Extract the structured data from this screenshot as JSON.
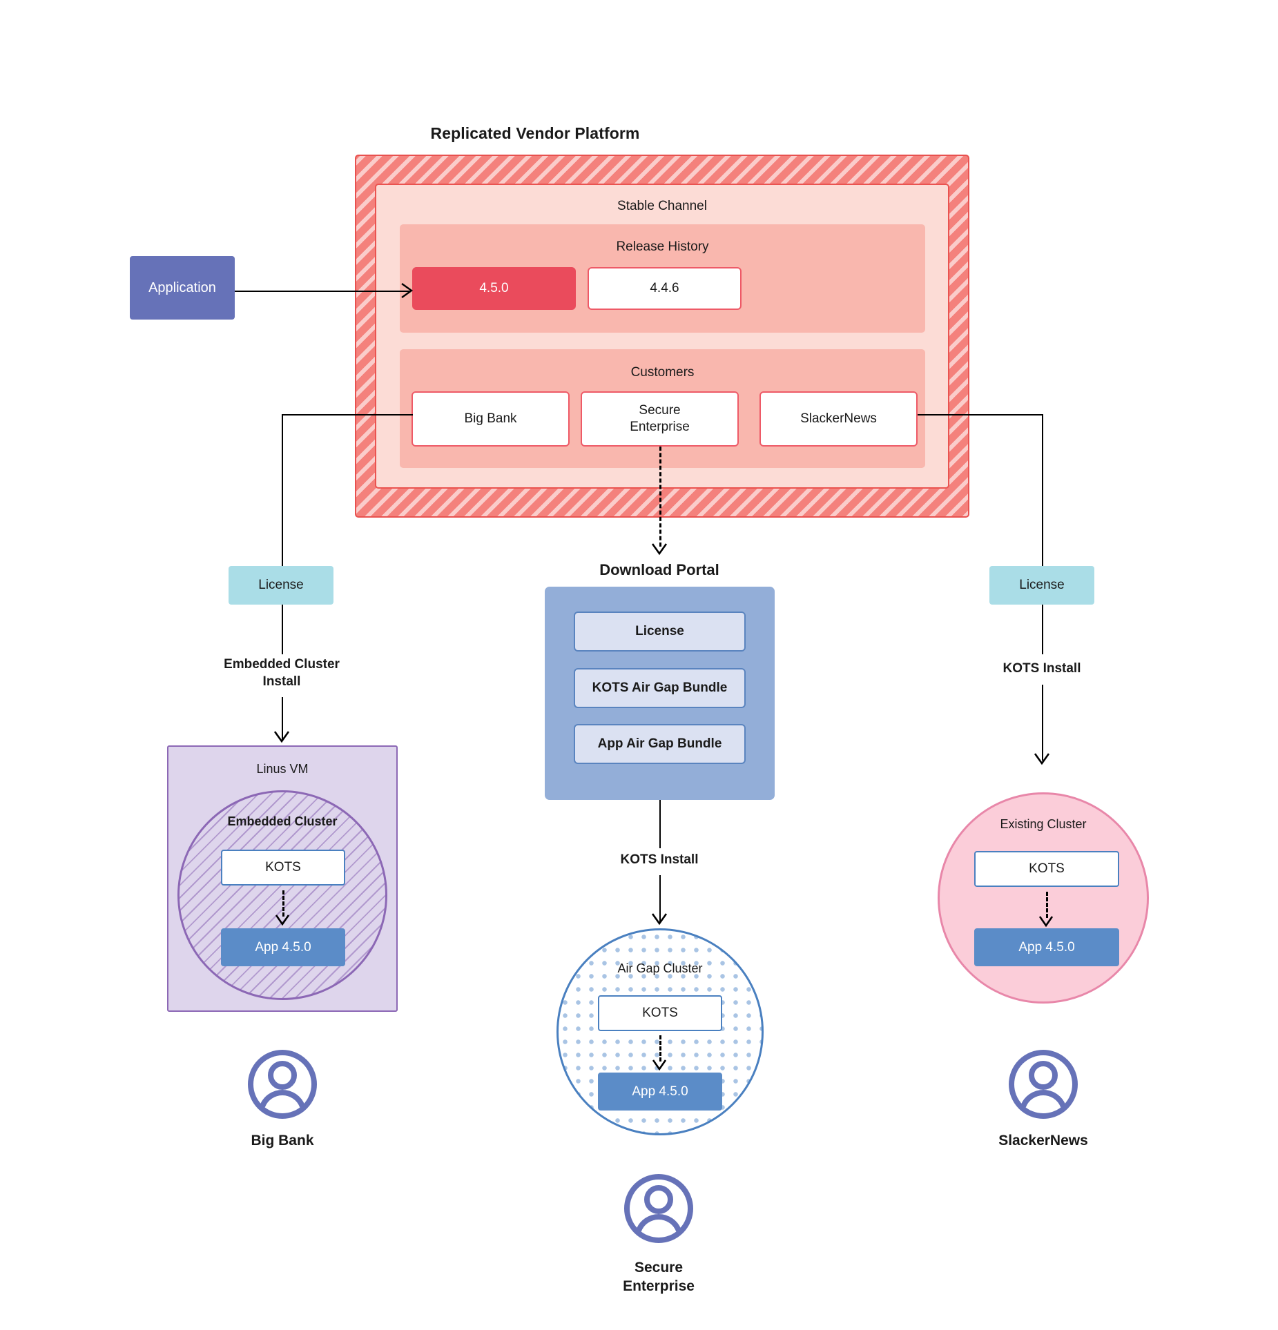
{
  "diagram": {
    "title": "Replicated Vendor Platform"
  },
  "application": {
    "label": "Application"
  },
  "vendor_platform": {
    "channel": {
      "title": "Stable Channel",
      "release_history": {
        "title": "Release History",
        "releases": [
          {
            "version": "4.5.0",
            "state": "current"
          },
          {
            "version": "4.4.6",
            "state": "previous"
          }
        ]
      },
      "customers": {
        "title": "Customers",
        "items": [
          {
            "name": "Big Bank"
          },
          {
            "name": "Secure\nEnterprise"
          },
          {
            "name": "SlackerNews"
          }
        ]
      }
    }
  },
  "download_portal": {
    "title": "Download  Portal",
    "items": [
      {
        "label": "License"
      },
      {
        "label": "KOTS Air Gap Bundle"
      },
      {
        "label": "App Air Gap Bundle"
      }
    ]
  },
  "paths": {
    "left": {
      "license_label": "License",
      "install_label": "Embedded Cluster\nInstall",
      "install_label_line1": "Embedded Cluster",
      "install_label_line2": "Install"
    },
    "center": {
      "install_label": "KOTS Install"
    },
    "right": {
      "license_label": "License",
      "install_label": "KOTS Install"
    }
  },
  "clusters": {
    "left": {
      "host_label": "Linus VM",
      "cluster_label": "Embedded Cluster",
      "kots_label": "KOTS",
      "app_label": "App 4.5.0"
    },
    "center": {
      "cluster_label": "Air Gap Cluster",
      "kots_label": "KOTS",
      "app_label": "App 4.5.0"
    },
    "right": {
      "cluster_label": "Existing Cluster",
      "kots_label": "KOTS",
      "app_label": "App 4.5.0"
    }
  },
  "end_users": [
    {
      "name": "Big Bank",
      "icon": "user-avatar-icon"
    },
    {
      "name": "Secure\nEnterprise",
      "icon": "user-avatar-icon",
      "line1": "Secure",
      "line2": "Enterprise"
    },
    {
      "name": "SlackerNews",
      "icon": "user-avatar-icon"
    }
  ],
  "colors": {
    "platform_hatch": "#f4817c",
    "platform_border": "#e8514f",
    "channel_bg": "#fcdcd6",
    "sub_bg": "#f9b7ae",
    "release_current": "#ea4b5c",
    "application": "#6672b8",
    "license_chip": "#aadde7",
    "portal": "#93aed8",
    "portal_item": "#dbe1f2",
    "vm": "#ded5ec",
    "vm_border": "#8c68b5",
    "airgap_border": "#4a80c0",
    "existing_cluster": "#fbcdd9",
    "app_version": "#5b8cc8"
  }
}
